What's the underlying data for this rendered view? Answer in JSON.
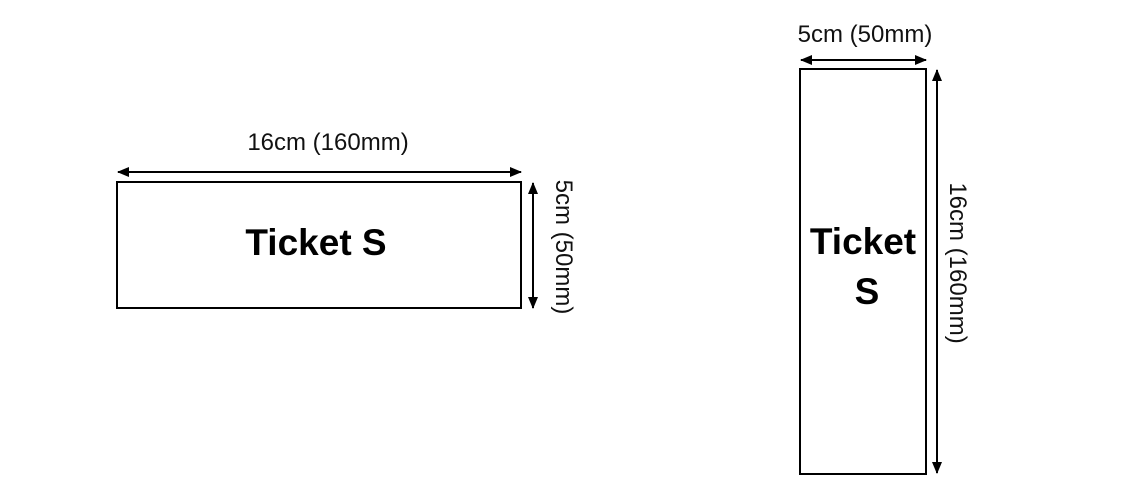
{
  "horizontal": {
    "label": "Ticket S",
    "width_label": "16cm (160mm)",
    "height_label": "5cm (50mm)"
  },
  "vertical": {
    "label_line1": "Ticket",
    "label_line2": "S",
    "width_label": "5cm (50mm)",
    "height_label": "16cm (160mm)"
  }
}
